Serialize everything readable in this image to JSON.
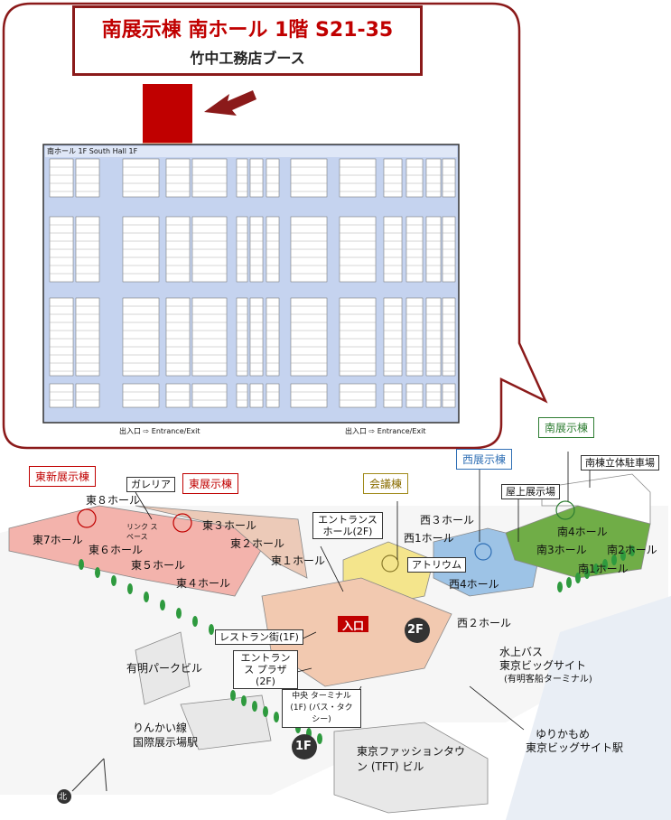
{
  "callout": {
    "title": "南展示棟 南ホール 1階 S21-35",
    "subtitle": "竹中工務店ブース"
  },
  "floorplan": {
    "hall_label": "南ホール 1F  South Hall 1F",
    "entrance_left": "出入口 ⇨ Entrance/Exit",
    "entrance_right": "出入口 ⇨ Entrance/Exit"
  },
  "buildings": {
    "east_new": "東新展示棟",
    "east": "東展示棟",
    "conference": "会議棟",
    "west": "西展示棟",
    "south": "南展示棟",
    "galleria": "ガレリア",
    "rooftop": "屋上展示場",
    "south_parking": "南棟立体駐車場"
  },
  "halls": {
    "e8": "東８ホール",
    "e7": "東7ホール",
    "e6": "東６ホール",
    "e5": "東５ホール",
    "e4": "東４ホール",
    "e3": "東３ホール",
    "e2": "東２ホール",
    "e1": "東１ホール",
    "link": "リンク スペース",
    "w3": "西３ホール",
    "w1": "西1ホール",
    "w4": "西4ホール",
    "w2": "西２ホール",
    "atrium": "アトリウム",
    "s4": "南4ホール",
    "s3": "南3ホール",
    "s2": "南2ホール",
    "s1": "南1ホール"
  },
  "places": {
    "entrance_hall": "エントランス ホール(2F)",
    "restaurant": "レストラン街(1F)",
    "entrance_plaza": "エントランス プラザ(2F)",
    "central_terminal": "中央 ターミナル(1F) (バス・タクシー)",
    "ariake_park": "有明パークビル",
    "rinkai_line": "りんかい線",
    "kokusai_station": "国際展示場駅",
    "tft": "東京ファッションタウン (TFT) ビル",
    "yurikamome": "ゆりかもめ",
    "bigsight_station": "東京ビッグサイト駅",
    "water_bus": "水上バス",
    "water_bus_sub": "東京ビッグサイト",
    "water_bus_sub2": "(有明客船ターミナル)",
    "entry": "入口",
    "f2": "2F",
    "f1": "1F",
    "north": "北"
  },
  "colors": {
    "accent_red": "#c00000",
    "east_pink": "#f3b3ac",
    "west_blue": "#9dc3e6",
    "south_green": "#70ad47",
    "conf_yellow": "#f4e58c",
    "walkway": "#f2c9b0",
    "floor_blue": "#c5d3ef"
  }
}
